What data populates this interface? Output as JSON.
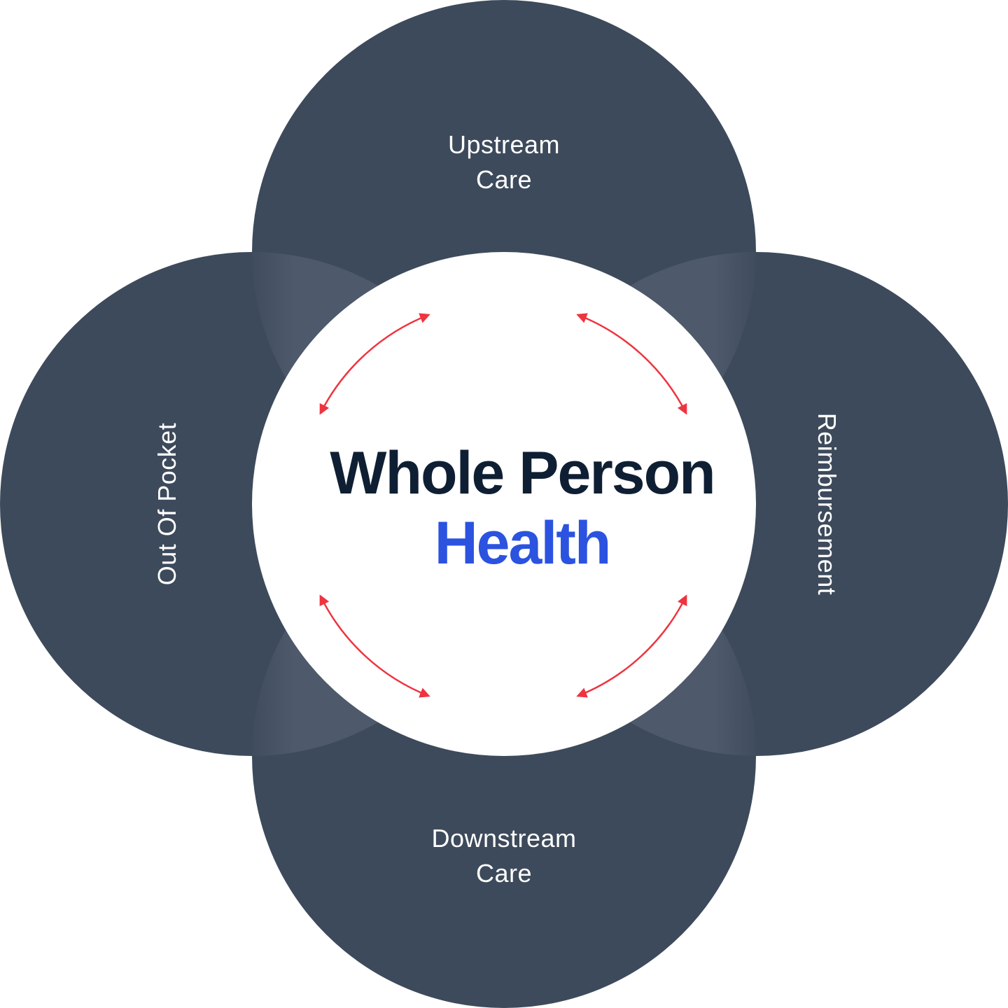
{
  "title": {
    "line1": "Whole Person",
    "line2": "Health"
  },
  "petals": {
    "top": {
      "line1": "Upstream",
      "line2": "Care"
    },
    "bottom": {
      "line1": "Downstream",
      "line2": "Care"
    },
    "left": {
      "label": "Out Of Pocket"
    },
    "right": {
      "label": "Reimbursement"
    }
  },
  "colors": {
    "petal": "#3d4a5b",
    "overlap": "#4e5a6b",
    "arrow": "#ee3440",
    "title": "#0f1f33",
    "accent": "#2b53e0"
  }
}
